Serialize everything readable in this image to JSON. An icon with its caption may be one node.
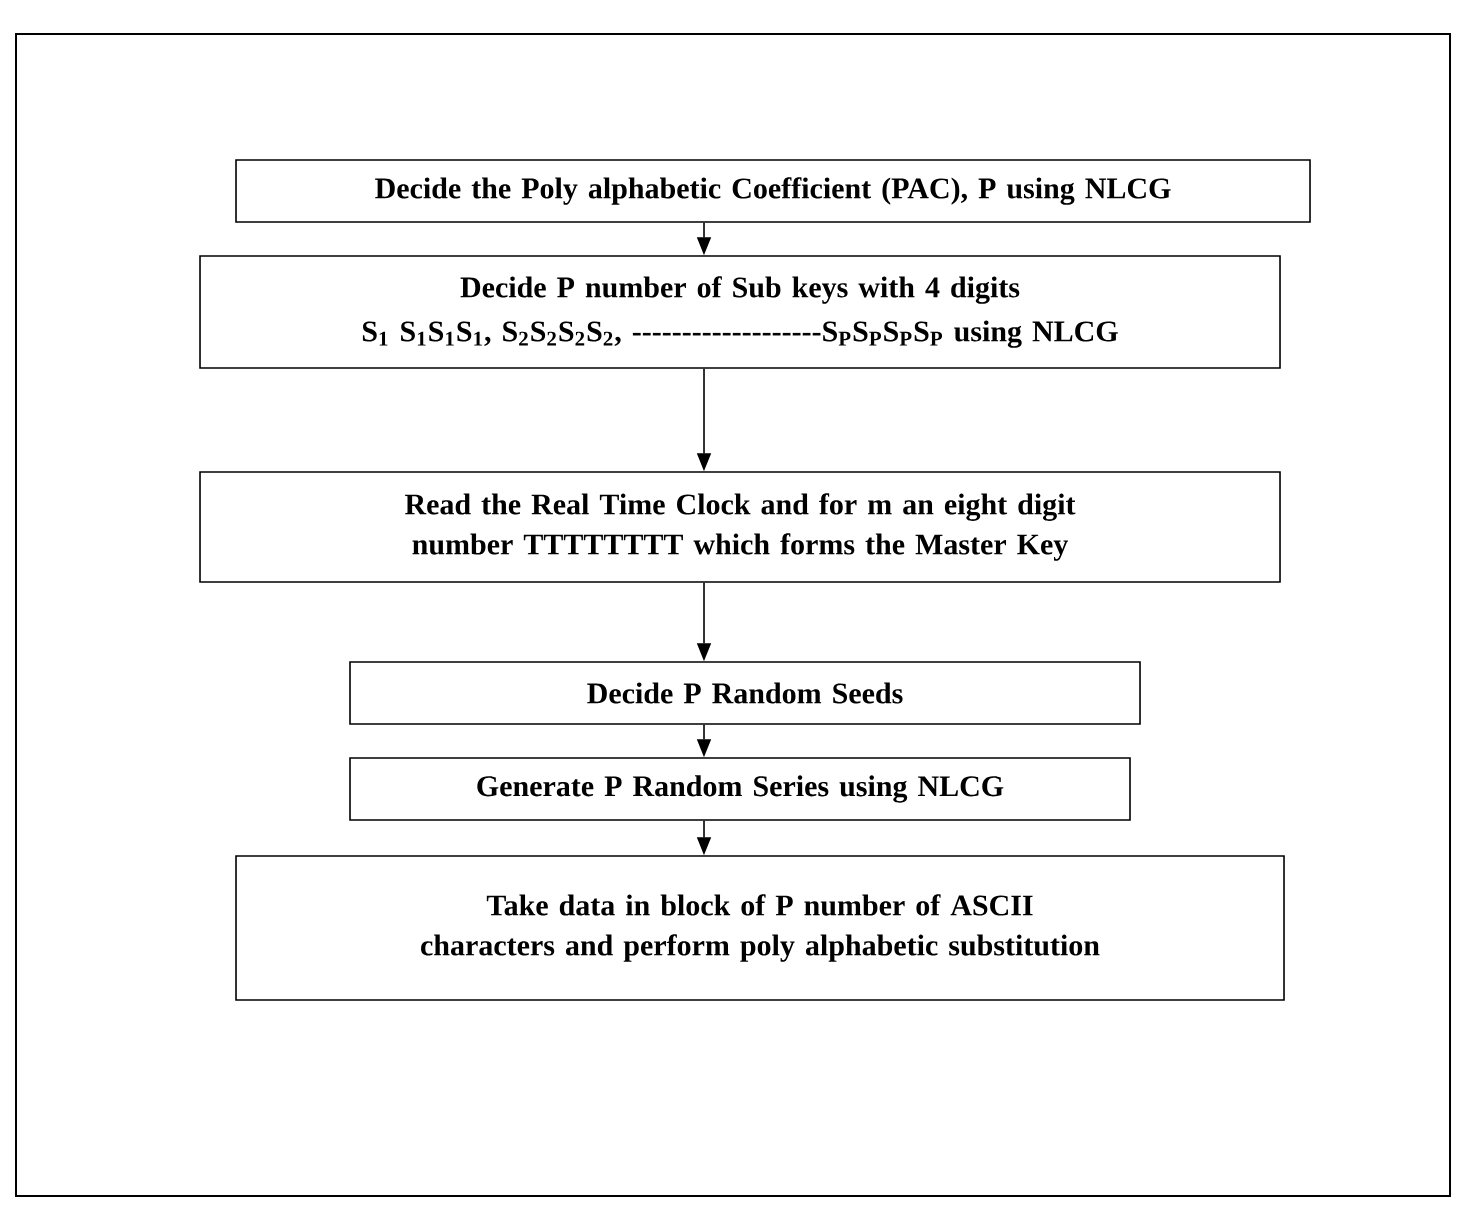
{
  "diagram": {
    "nodes": [
      {
        "text": [
          "Decide the Poly alphabetic Coefficient (PAC), P using NLCG"
        ]
      },
      {
        "text": [
          "Decide P number of Sub keys with 4 digits",
          "S$_{1}$ S$_{1}$S$_{1}$S$_{1}$, S$_{2}$S$_{2}$S$_{2}$S$_{2}$, -------------------S$_{P}$S$_{P}$S$_{P}$S$_{P}$ using NLCG"
        ]
      },
      {
        "text": [
          "Read the Real Time Clock and for m an eight digit number TTTTTTTT which forms the Master Key"
        ]
      },
      {
        "text": [
          "Decide P Random Seeds"
        ]
      },
      {
        "text": [
          "Generate P Random Series using NLCG"
        ]
      },
      {
        "text": [
          "Take data in block of P number of ASCII characters and perform poly alphabetic substitution"
        ]
      }
    ],
    "edges": [
      {
        "from": 0,
        "to": 1,
        "arrow": "to"
      },
      {
        "from": 1,
        "to": 2,
        "arrow": "to"
      },
      {
        "from": 2,
        "to": 3,
        "arrow": "to"
      },
      {
        "from": 3,
        "to": 4,
        "arrow": "to"
      },
      {
        "from": 4,
        "to": 5,
        "arrow": "to"
      }
    ]
  }
}
